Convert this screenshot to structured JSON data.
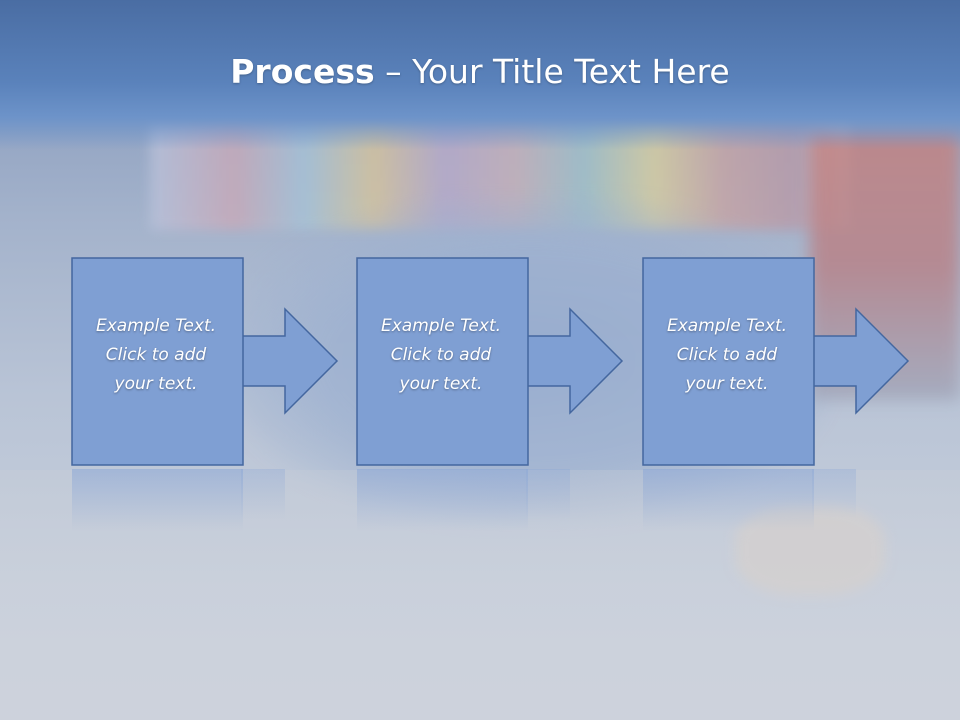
{
  "title": {
    "bold": "Process",
    "rest": " – Your Title Text Here"
  },
  "steps": [
    {
      "line1": "Example Text.",
      "line2": "Click  to add",
      "line3": "your text."
    },
    {
      "line1": "Example Text.",
      "line2": "Click  to add",
      "line3": "your text."
    },
    {
      "line1": "Example Text.",
      "line2": "Click  to add",
      "line3": "your text."
    }
  ],
  "colors": {
    "box_fill": "#7f9fd3",
    "box_stroke": "#44679f",
    "title_band": "#5a82bb",
    "text": "#ffffff"
  }
}
